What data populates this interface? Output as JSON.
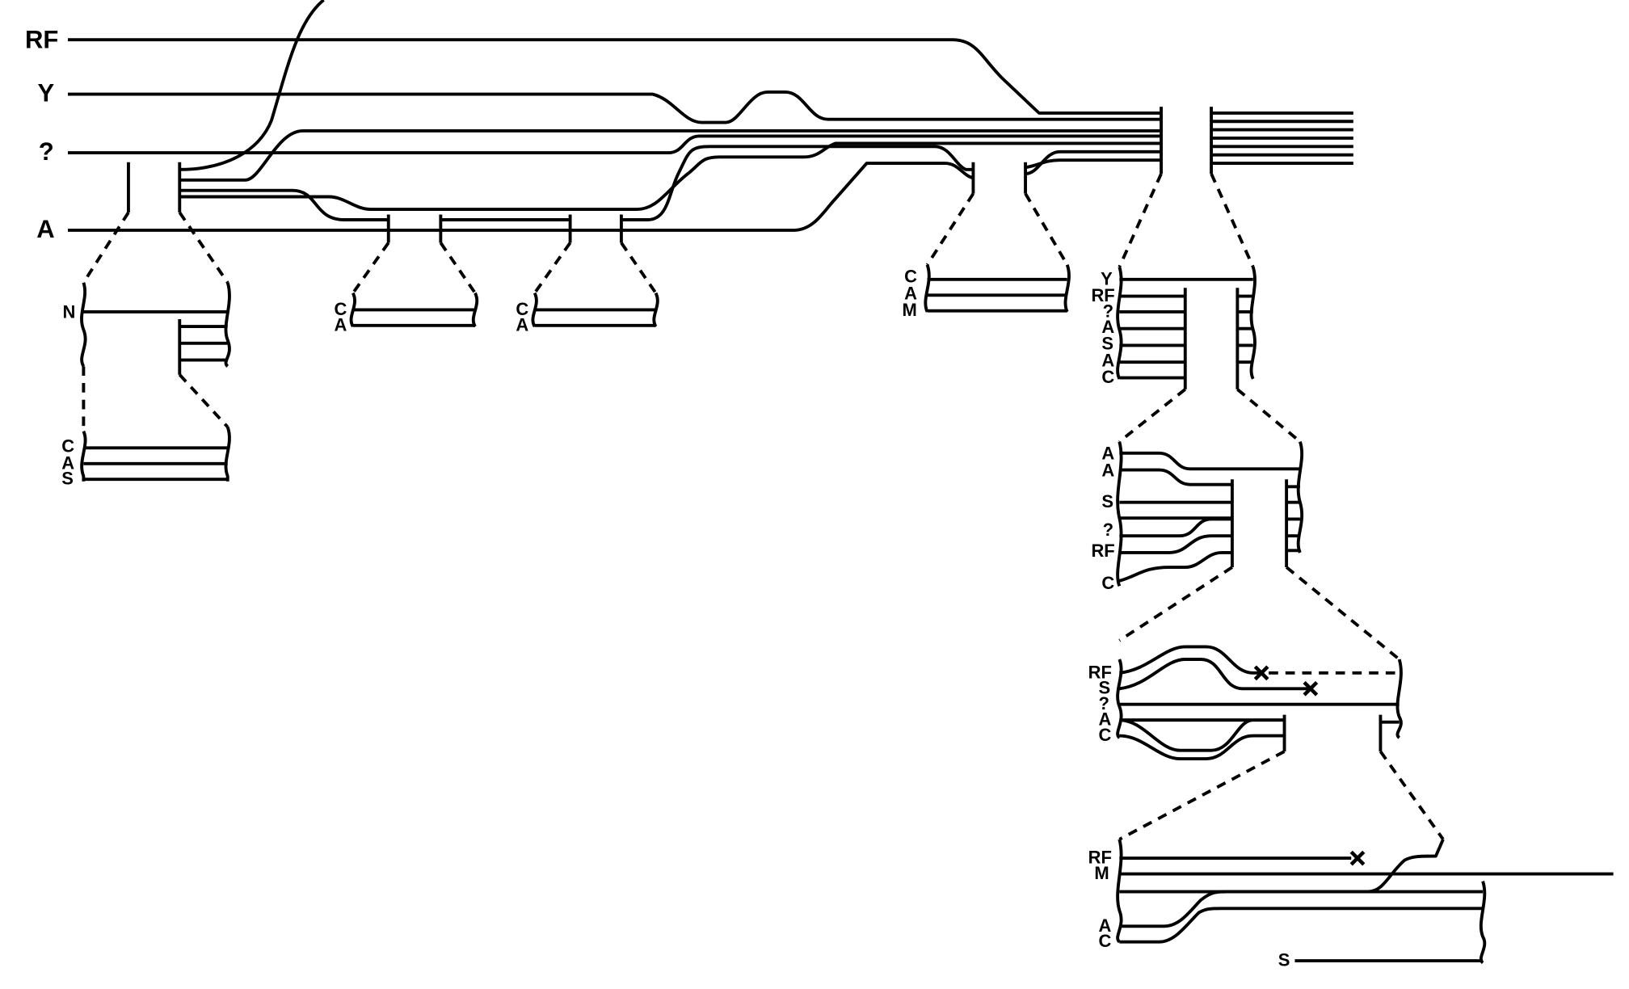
{
  "taxa": {
    "rf": "RF",
    "y": "Y",
    "q": "?",
    "a": "A"
  },
  "groups": {
    "g1_top": [
      "N"
    ],
    "g1_bottom": [
      "C",
      "A",
      "S"
    ],
    "g2": [
      "C",
      "A"
    ],
    "g3": [
      "C",
      "A"
    ],
    "g4": [
      "C",
      "A",
      "M"
    ],
    "g5": [
      "Y",
      "RF",
      "?",
      "A",
      "S",
      "A",
      "C"
    ],
    "g6": [
      "A",
      "A",
      "S",
      "?",
      "RF",
      "C"
    ],
    "g7": [
      "RF",
      "S",
      "?",
      "A",
      "C"
    ],
    "g8": [
      "RF",
      "M",
      "A",
      "C"
    ],
    "g8_extra": "S"
  },
  "marks": {
    "extinction": "cross-mark"
  }
}
